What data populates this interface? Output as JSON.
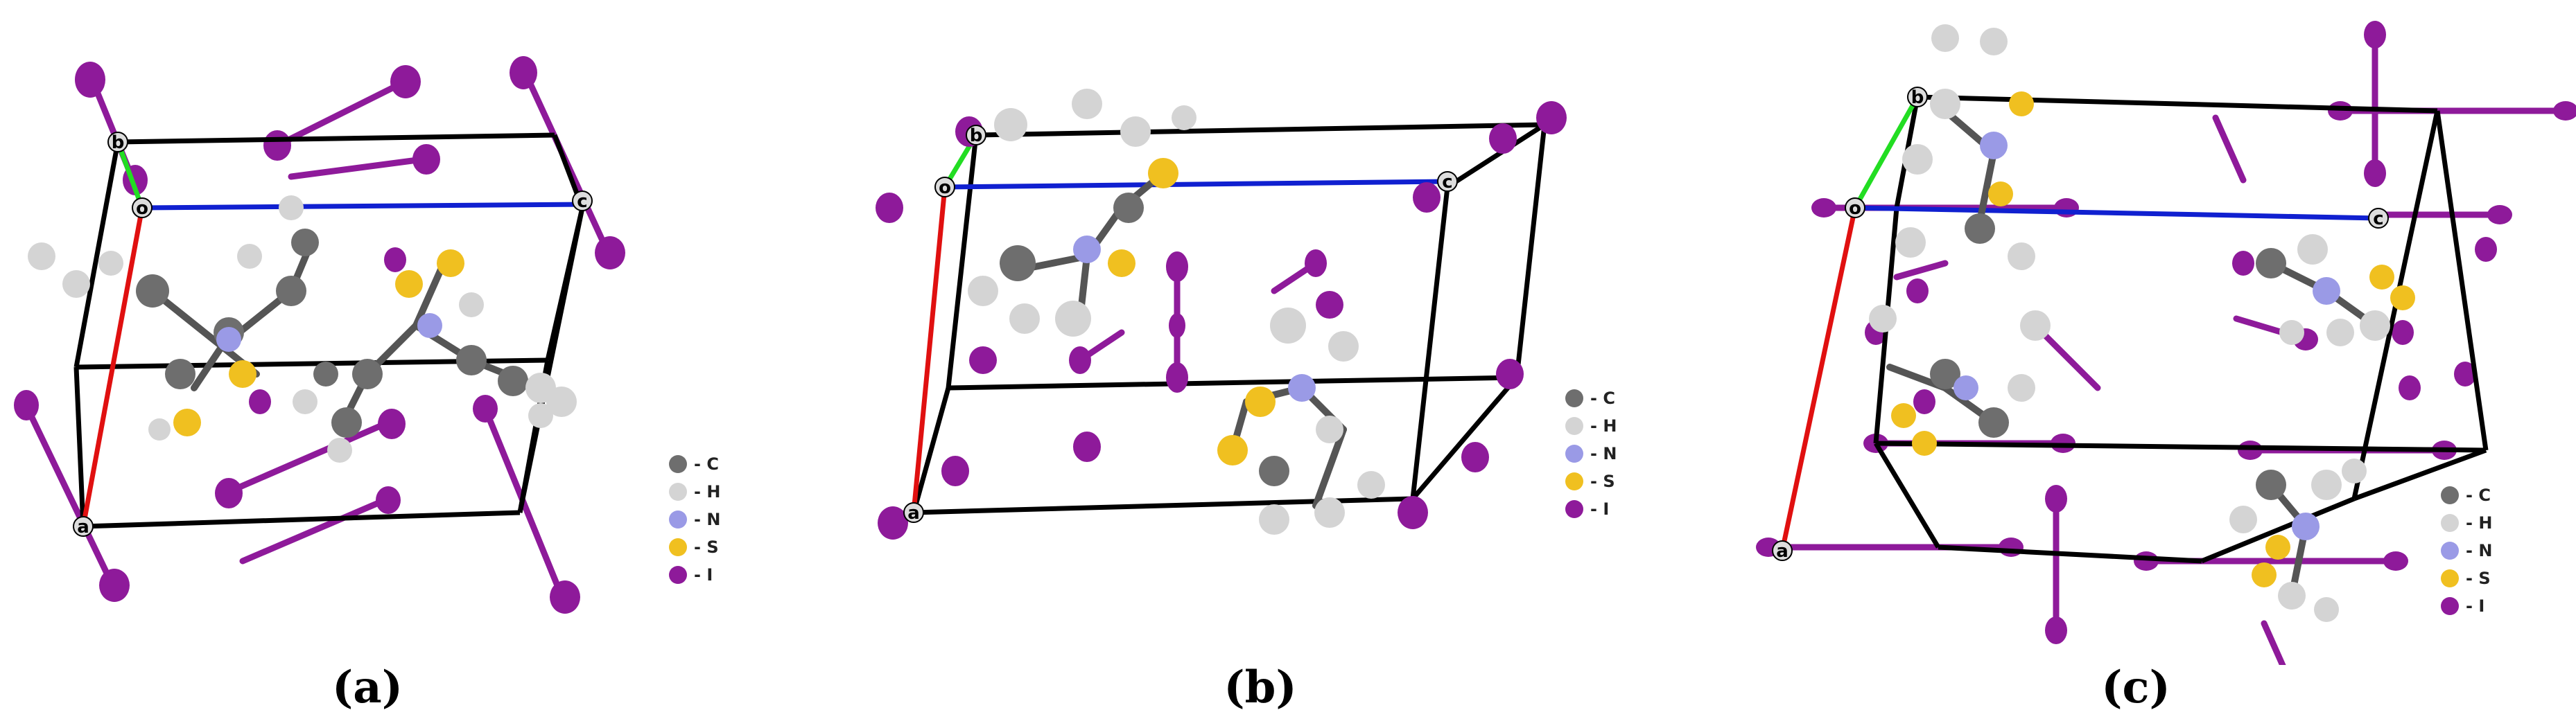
{
  "panels": [
    {
      "label": "(a)"
    },
    {
      "label": "(b)"
    },
    {
      "label": "(c)"
    }
  ],
  "axes": {
    "a": "a",
    "b": "b",
    "c": "c",
    "origin": "o"
  },
  "legend": [
    {
      "label": "- C",
      "color": "#6e6e6e"
    },
    {
      "label": "- H",
      "color": "#d4d4d4"
    },
    {
      "label": "- N",
      "color": "#9a9ae6"
    },
    {
      "label": "- S",
      "color": "#f0c020"
    },
    {
      "label": "- I",
      "color": "#8e1a9a"
    }
  ],
  "colors": {
    "a_axis": "#e01010",
    "b_axis": "#22dd22",
    "c_axis": "#1020d0",
    "cell": "#000000",
    "I": "#8e1a9a",
    "C": "#6e6e6e",
    "H": "#d4d4d4",
    "N": "#9a9ae6",
    "S": "#f0c020"
  }
}
